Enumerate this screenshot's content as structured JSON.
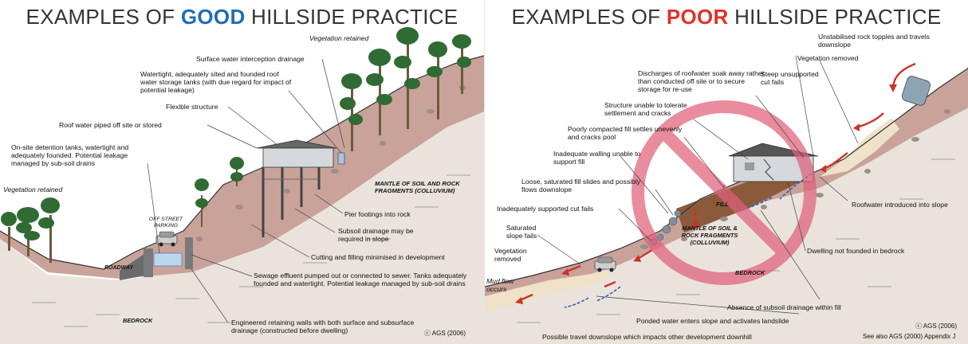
{
  "colors": {
    "good": "#1f6db3",
    "poor": "#e03226",
    "title": "#333333",
    "stop_sign": "#e0607a",
    "arrow": "#c9342a",
    "water": "#2f62b5"
  },
  "good": {
    "title_prefix": "EXAMPLES OF ",
    "title_keyword": "GOOD",
    "title_suffix": " HILLSIDE PRACTICE",
    "labels": {
      "vegetation_top": "Vegetation retained",
      "surface_water": "Surface water interception drainage",
      "watertight": "Watertight, adequately sited and founded roof water storage tanks (with due regard for impact of potential leakage)",
      "flexible": "Flexible structure",
      "roof_water": "Roof water piped off site or stored",
      "onsite": "On-site detention tanks, watertight and adequately founded.  Potential leakage managed by sub-soil drains",
      "mantle": "MANTLE OF SOIL AND ROCK FRAGMENTS (COLLUVIUM)",
      "vegetation_left": "Vegetation retained",
      "off_street": "OFF STREET PARKING",
      "pier": "Pier footings into rock",
      "subsoil": "Subsoil drainage may be required in slope",
      "roadway": "ROADWAY",
      "cutting": "Cutting and filling minimised in development",
      "sewage": "Sewage effluent pumped out or connected to sewer. Tanks adequately founded and watertight.  Potential leakage managed by sub-soil drains",
      "bedrock": "BEDROCK",
      "engineered": "Engineered retaining walls with both surface and subsurface drainage (constructed before dwelling)",
      "copyright": "ⓒ AGS (2006)"
    }
  },
  "poor": {
    "title_prefix": "EXAMPLES OF ",
    "title_keyword": "POOR",
    "title_suffix": " HILLSIDE PRACTICE",
    "labels": {
      "unstabilised": "Unstabilised rock topples and travels downslope",
      "vegetation_removed_top": "Vegetation removed",
      "discharges": "Discharges of  roofwater soak away rather than conducted off site or to secure storage for re-use",
      "steep": "Steep unsupported cut fails",
      "structure_unable": "Structure unable to tolerate settlement and cracks",
      "poorly_compacted": "Poorly compacted fill settles unevenly and cracks pool",
      "inadequate_walling": "Inadequate walling unable to support fill",
      "loose_fill": "Loose, saturated fill slides and possibly flows downslope",
      "fill": "FILL",
      "inadequately_cut": "Inadequately supported cut fails",
      "roofwater_introduced": "Roofwater introduced into slope",
      "saturated": "Saturated slope fails",
      "mantle": "MANTLE OF SOIL & ROCK FRAGMENTS (COLLUVIUM)",
      "vegetation_removed_left": "Vegetation removed",
      "dwelling_not": "Dwelling not founded in bedrock",
      "mud_flow": "Mud flow occurs",
      "bedrock": "BEDROCK",
      "absence": "Absence of subsoil drainage within fill",
      "ponded": "Ponded water enters slope and activates landslide",
      "copyright": "ⓒ AGS (2006)",
      "possible_travel": "Possible travel downslope which impacts other development downhill",
      "see_also": "See also AGS (2000) Appendix J"
    }
  }
}
